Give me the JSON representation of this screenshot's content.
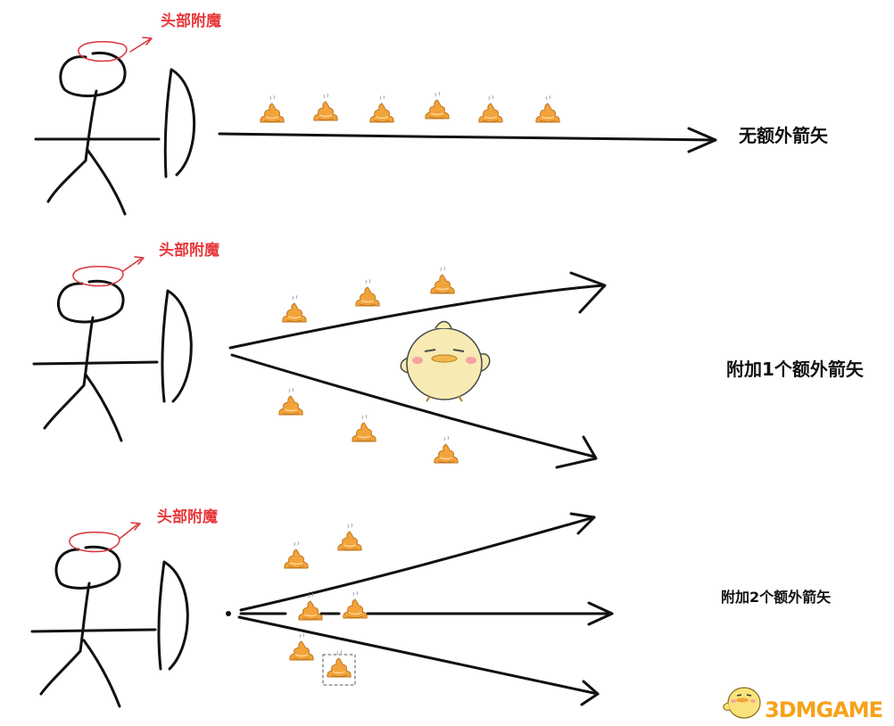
{
  "colors": {
    "ink": "#111111",
    "halo": "#d9343a",
    "enchant_text": "#e8373a",
    "poop_body": "#f2a33a",
    "poop_outline": "#c0761f",
    "chick_body": "#f7eab2",
    "watermark": "#f6a21b"
  },
  "panels": [
    {
      "enchant_label": "头部附魔",
      "caption": "无额外箭矢",
      "arrow_count": 1,
      "projectile_icon": "poop-icon"
    },
    {
      "enchant_label": "头部附魔",
      "caption": "附加1个额外箭矢",
      "arrow_count": 2,
      "projectile_icon": "poop-icon",
      "mascot_icon": "chick-icon"
    },
    {
      "enchant_label": "头部附魔",
      "caption": "附加2个额外箭矢",
      "arrow_count": 3,
      "projectile_icon": "poop-icon"
    }
  ],
  "watermark": {
    "text": "3DMGAME",
    "logo_icon": "chick-logo-icon"
  }
}
